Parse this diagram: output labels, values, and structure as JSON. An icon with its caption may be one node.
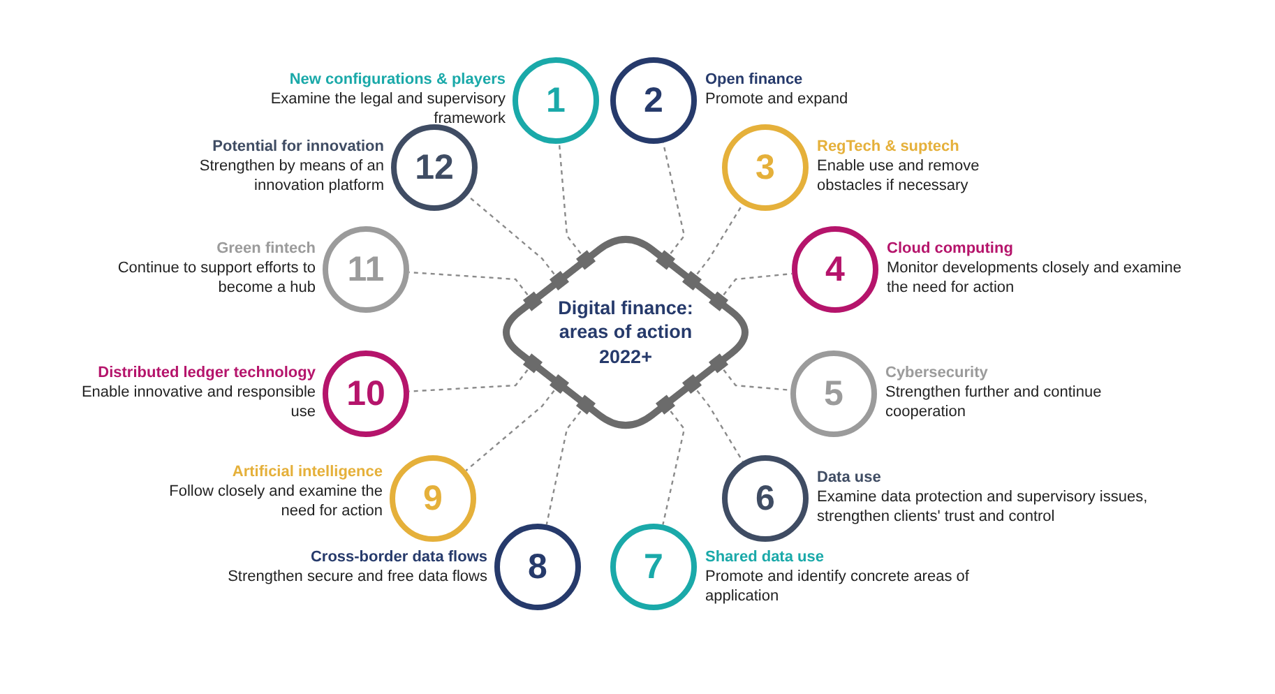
{
  "diagram": {
    "nodes": [
      {
        "text": [
          "Digital finance: areas of action 2022+"
        ]
      },
      {
        "text": [
          "1"
        ],
        "beside": [
          "New configurations & players",
          "Examine the legal and supervisory framework"
        ]
      },
      {
        "text": [
          "2"
        ],
        "beside": [
          "Open finance",
          "Promote and expand"
        ]
      },
      {
        "text": [
          "3"
        ],
        "beside": [
          "RegTech & suptech",
          "Enable use and remove obstacles if necessary"
        ]
      },
      {
        "text": [
          "4"
        ],
        "beside": [
          "Cloud computing",
          "Monitor developments closely and examine the need for action"
        ]
      },
      {
        "text": [
          "5"
        ],
        "beside": [
          "Cybersecurity",
          "Strengthen further and continue cooperation"
        ]
      },
      {
        "text": [
          "6"
        ],
        "beside": [
          "Data use",
          "Examine data protection and supervisory issues, strengthen clients' trust and control"
        ]
      },
      {
        "text": [
          "7"
        ],
        "beside": [
          "Shared data use",
          "Promote and identify concrete areas of application"
        ]
      },
      {
        "text": [
          "8"
        ],
        "beside": [
          "Cross-border data flows",
          "Strengthen secure and free data flows"
        ]
      },
      {
        "text": [
          "9"
        ],
        "beside": [
          "Artificial intelligence",
          "Follow closely and examine the need for action"
        ]
      },
      {
        "text": [
          "10"
        ],
        "beside": [
          "Distributed ledger technology",
          "Enable innovative and responsible use"
        ]
      },
      {
        "text": [
          "11"
        ],
        "beside": [
          "Green fintech",
          "Continue to support efforts to become a hub"
        ]
      },
      {
        "text": [
          "12"
        ],
        "beside": [
          "Potential for innovation",
          "Strengthen by means of an innovation platform"
        ]
      }
    ],
    "edges": [
      {
        "from": 0,
        "to": 1,
        "arrow": "none",
        "style": "dashed"
      },
      {
        "from": 0,
        "to": 2,
        "arrow": "none",
        "style": "dashed"
      },
      {
        "from": 0,
        "to": 3,
        "arrow": "none",
        "style": "dashed"
      },
      {
        "from": 0,
        "to": 4,
        "arrow": "none",
        "style": "dashed"
      },
      {
        "from": 0,
        "to": 5,
        "arrow": "none",
        "style": "dashed"
      },
      {
        "from": 0,
        "to": 6,
        "arrow": "none",
        "style": "dashed"
      },
      {
        "from": 0,
        "to": 7,
        "arrow": "none",
        "style": "dashed"
      },
      {
        "from": 0,
        "to": 8,
        "arrow": "none",
        "style": "dashed"
      },
      {
        "from": 0,
        "to": 9,
        "arrow": "none",
        "style": "dashed"
      },
      {
        "from": 0,
        "to": 10,
        "arrow": "none",
        "style": "dashed"
      },
      {
        "from": 0,
        "to": 11,
        "arrow": "none",
        "style": "dashed"
      },
      {
        "from": 0,
        "to": 12,
        "arrow": "none",
        "style": "dashed"
      }
    ]
  }
}
